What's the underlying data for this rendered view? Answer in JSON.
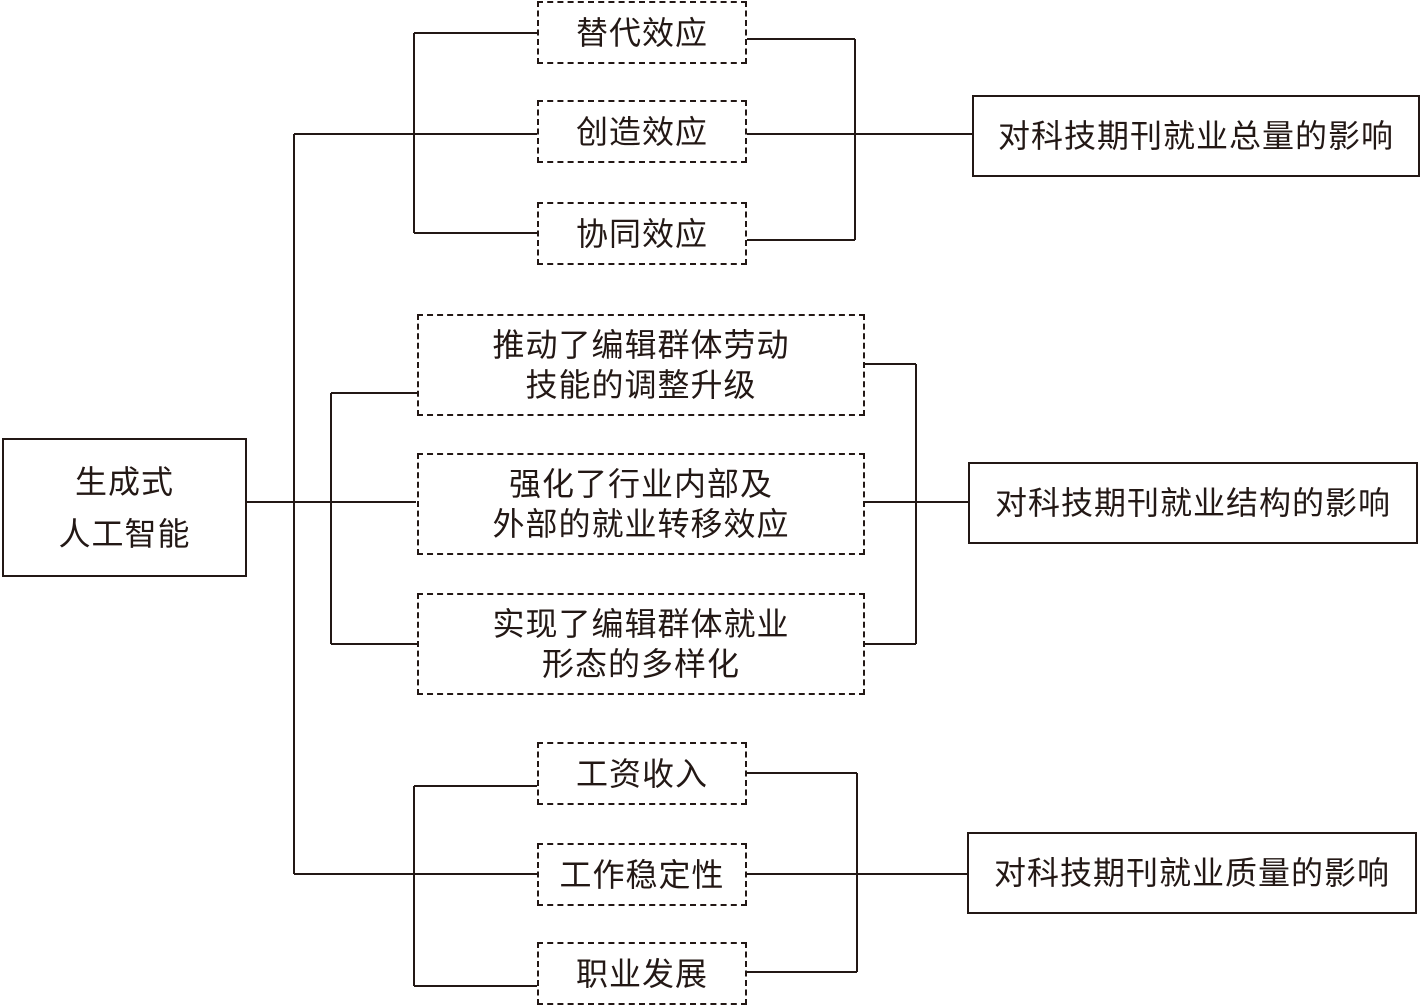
{
  "root": {
    "line1": "生成式",
    "line2": "人工智能"
  },
  "groups": [
    {
      "outcome": "对科技期刊就业总量的影响",
      "effects": [
        "替代效应",
        "创造效应",
        "协同效应"
      ]
    },
    {
      "outcome": "对科技期刊就业结构的影响",
      "effects": [
        {
          "line1": "推动了编辑群体劳动",
          "line2": "技能的调整升级"
        },
        {
          "line1": "强化了行业内部及",
          "line2": "外部的就业转移效应"
        },
        {
          "line1": "实现了编辑群体就业",
          "line2": "形态的多样化"
        }
      ]
    },
    {
      "outcome": "对科技期刊就业质量的影响",
      "effects": [
        "工资收入",
        "工作稳定性",
        "职业发展"
      ]
    }
  ]
}
